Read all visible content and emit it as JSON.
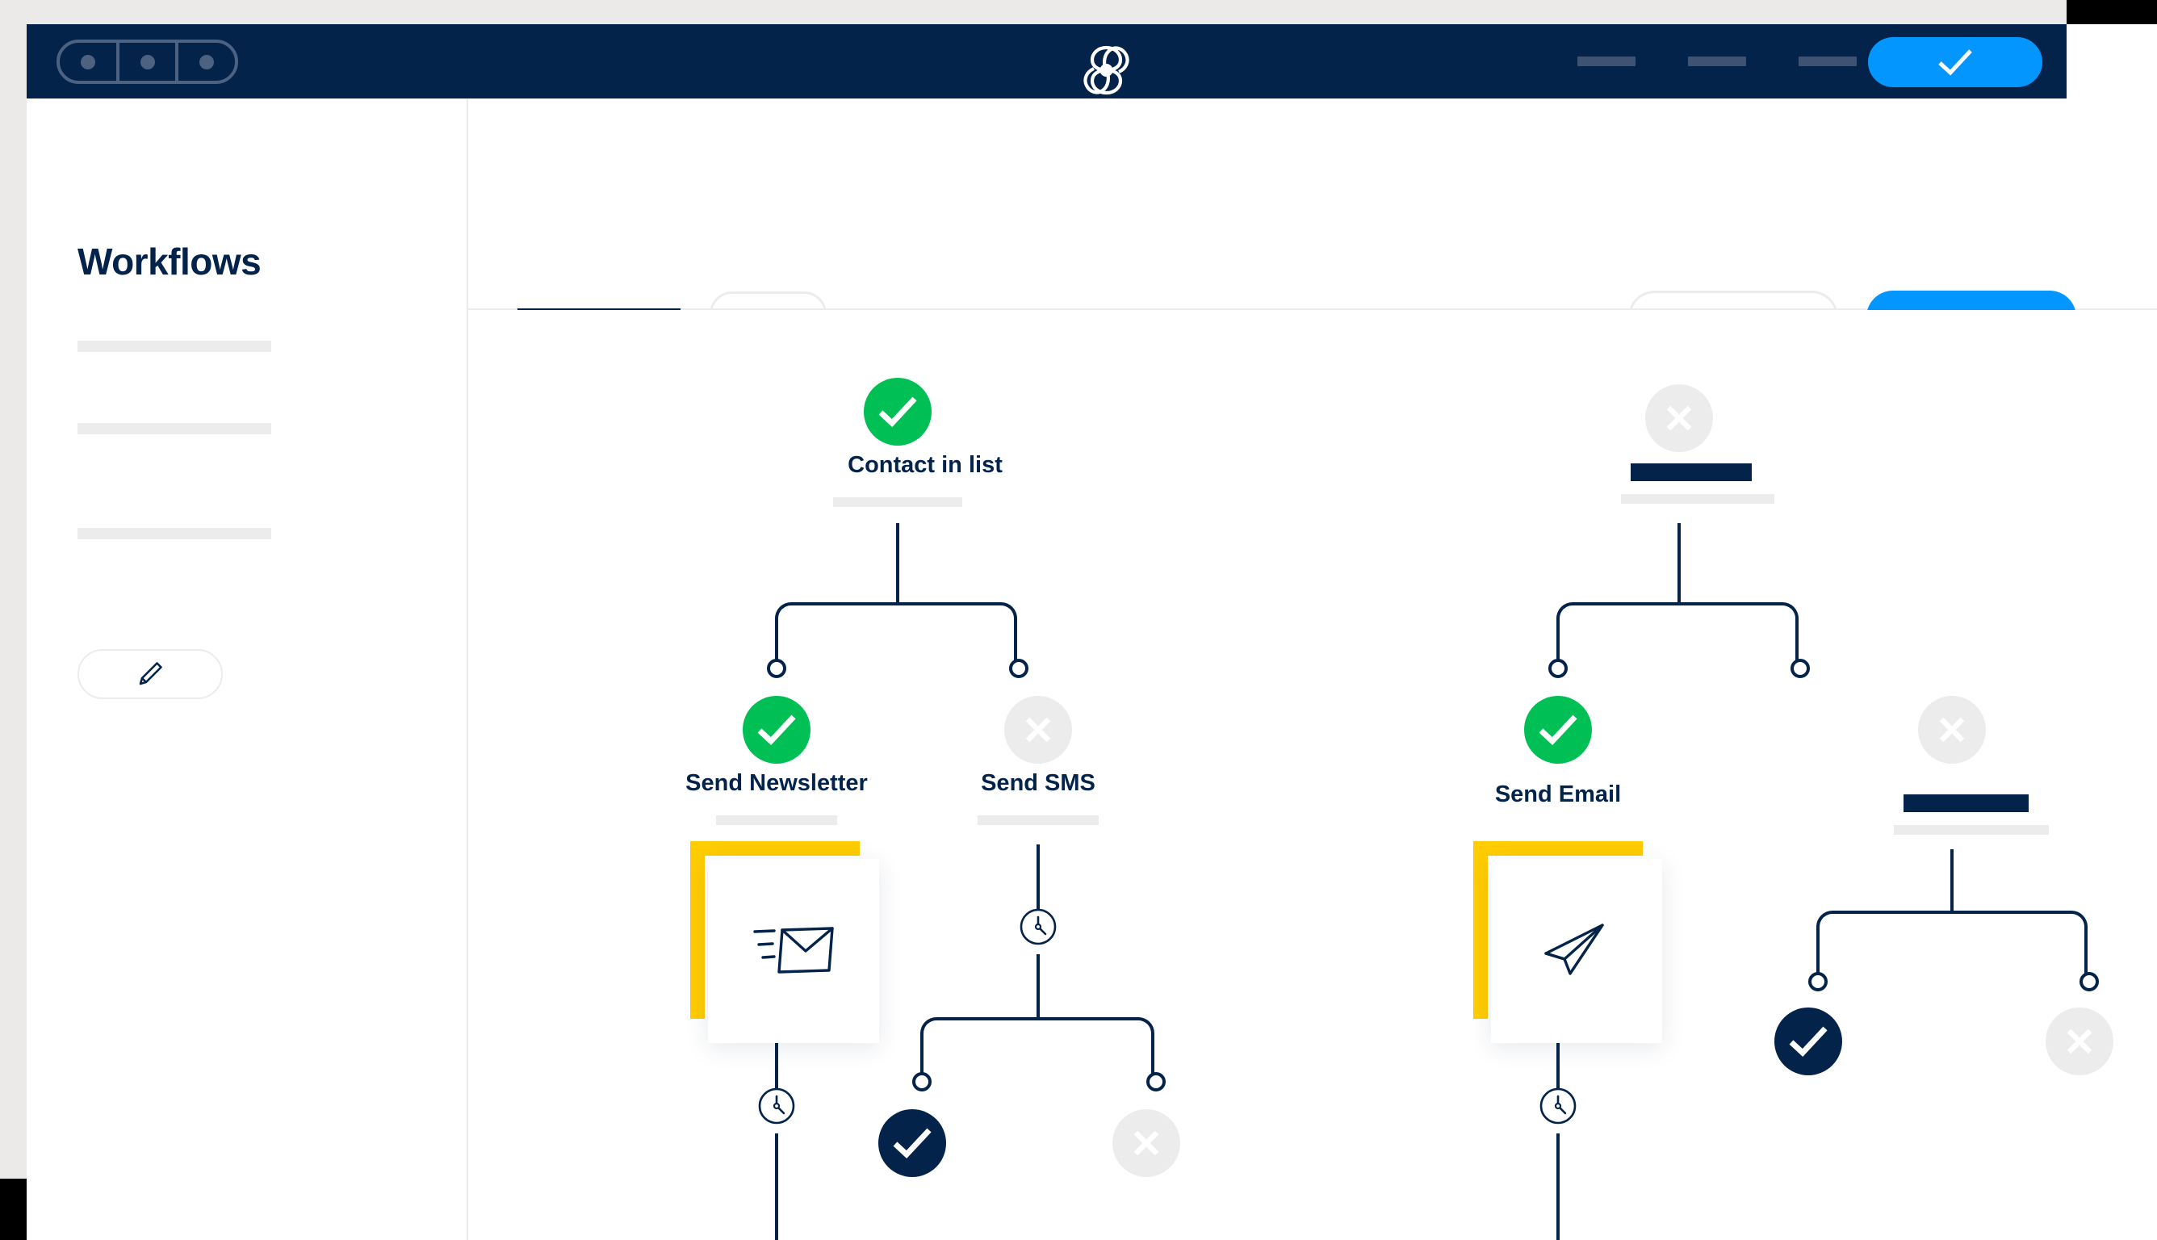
{
  "window": {
    "chrome_color": "#03234b",
    "accent_blue": "#0496ff",
    "accent_green": "#00bf54",
    "accent_yellow": "#ffcc00",
    "muted_gray": "#ececec"
  },
  "topnav": {
    "segmented_control": {
      "segments": [
        "dot",
        "dot",
        "dot"
      ]
    },
    "logo_name": "pinwheel-logo",
    "nav_links": [
      "",
      "",
      ""
    ],
    "cta_icon": "check-icon",
    "cta_label": ""
  },
  "sidebar": {
    "title": "Workflows",
    "placeholders": [
      "",
      "",
      ""
    ],
    "edit_button": {
      "icon": "pencil-icon",
      "label": ""
    }
  },
  "toolbar": {
    "title_placeholder": "",
    "pill_placeholder": "",
    "secondary_placeholder": "",
    "outline_button_label": "",
    "primary_button_label": ""
  },
  "workflow": {
    "type": "tree",
    "nodes": [
      {
        "id": "contact-in-list",
        "label": "Contact in list",
        "status": "success",
        "status_icon": "check-circle-icon",
        "has_sub_placeholder": true,
        "column": "left-root"
      },
      {
        "id": "right-root",
        "label": "",
        "status": "inactive",
        "status_icon": "x-circle-icon",
        "has_title_bar": true,
        "has_sub_placeholder": true,
        "column": "right-root"
      },
      {
        "id": "send-newsletter",
        "label": "Send Newsletter",
        "status": "success",
        "status_icon": "check-circle-icon",
        "has_sub_placeholder": true,
        "card_icon": "envelope-icon",
        "delay_icon": "clock-icon"
      },
      {
        "id": "send-sms",
        "label": "Send SMS",
        "status": "inactive",
        "status_icon": "x-circle-icon",
        "has_sub_placeholder": true,
        "delay_icon": "clock-icon"
      },
      {
        "id": "send-email",
        "label": "Send Email",
        "status": "success",
        "status_icon": "check-circle-icon",
        "has_sub_placeholder": false,
        "card_icon": "paper-plane-icon",
        "delay_icon": "clock-icon"
      },
      {
        "id": "right-branch",
        "label": "",
        "status": "inactive",
        "status_icon": "x-circle-icon",
        "has_title_bar": true,
        "has_sub_placeholder": true
      }
    ],
    "leaf_nodes": [
      {
        "id": "sms-leaf-yes",
        "status": "selected",
        "status_icon": "check-circle-icon"
      },
      {
        "id": "sms-leaf-no",
        "status": "inactive",
        "status_icon": "x-circle-icon"
      },
      {
        "id": "right-leaf-yes",
        "status": "selected",
        "status_icon": "check-circle-icon"
      },
      {
        "id": "right-leaf-no",
        "status": "inactive",
        "status_icon": "x-circle-icon"
      }
    ]
  }
}
